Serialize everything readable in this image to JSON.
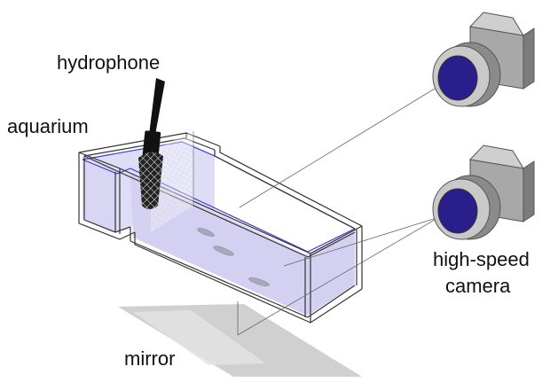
{
  "labels": {
    "hydrophone": "hydrophone",
    "aquarium": "aquarium",
    "camera_line1": "high-speed",
    "camera_line2": "camera",
    "mirror": "mirror"
  },
  "colors": {
    "water_fill": "#d9d6f4",
    "water_line": "#3a3ae0",
    "tank_outline": "#333333",
    "camera_body": "#9a9a9a",
    "camera_ring": "#c9c9c9",
    "lens": "#2a1f8a",
    "mirror": "#cfcfcf",
    "hydrophone": "#111111"
  },
  "icons": [
    "hydrophone-icon",
    "camera-icon",
    "mirror-icon",
    "fish-icon"
  ]
}
